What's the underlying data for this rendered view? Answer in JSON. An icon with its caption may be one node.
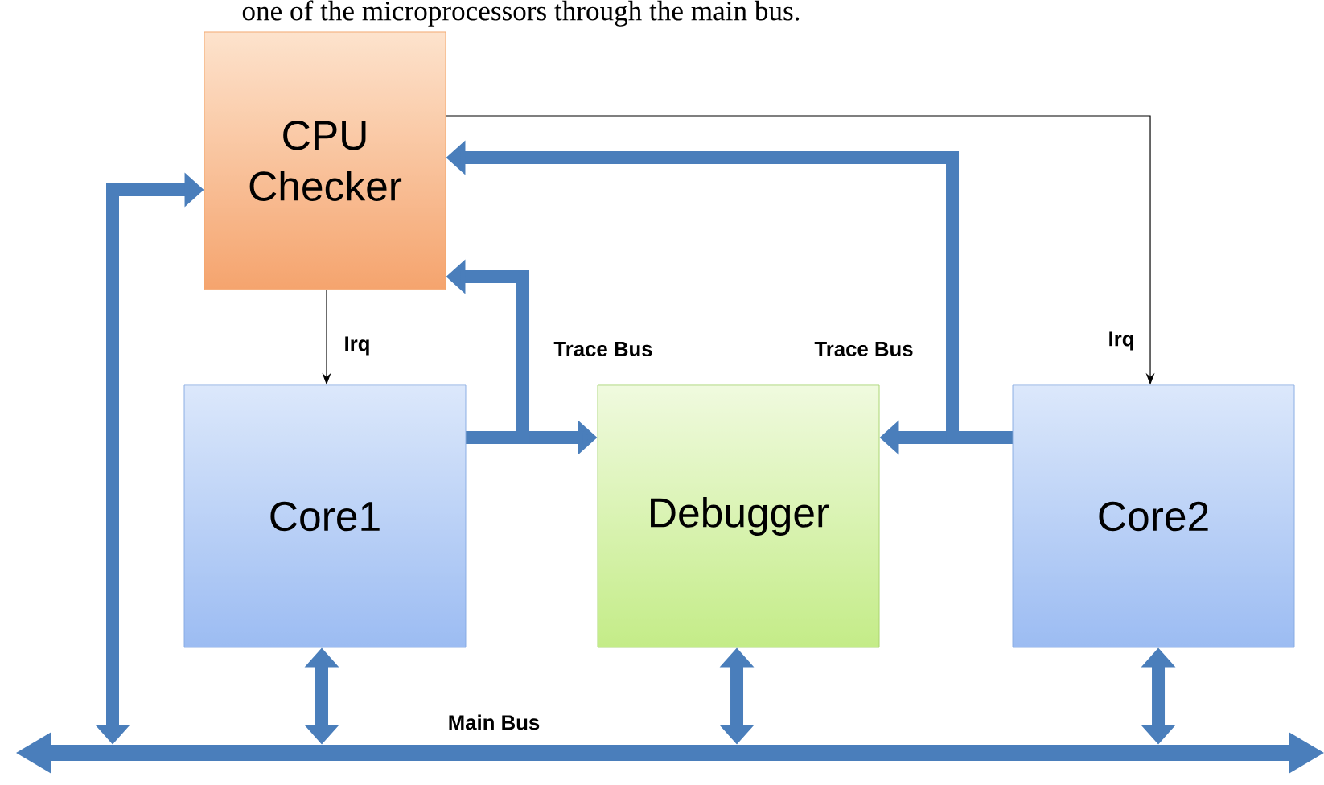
{
  "diagram": {
    "nodes": [
      {
        "text": [
          "CPU Checker"
        ]
      },
      {
        "text": [
          "Core1"
        ]
      },
      {
        "text": [
          "Debugger"
        ]
      },
      {
        "text": [
          "Core2"
        ]
      },
      {
        "text": [
          "Main Bus"
        ]
      }
    ],
    "edges": [
      {
        "from": 0,
        "to": 1,
        "arrow": "to",
        "label": "Irq",
        "color": "#000000"
      },
      {
        "from": 0,
        "to": 3,
        "arrow": "to",
        "label": "Irq",
        "color": "#000000"
      },
      {
        "from": 1,
        "to": 2,
        "arrow": "to"
      },
      {
        "from": 1,
        "to": 0,
        "arrow": "to",
        "label": "Trace Bus"
      },
      {
        "from": 3,
        "to": 2,
        "arrow": "to"
      },
      {
        "from": 3,
        "to": 0,
        "arrow": "to",
        "label": "Trace Bus"
      },
      {
        "from": 1,
        "to": 4,
        "arrow": "both"
      },
      {
        "from": 2,
        "to": 4,
        "arrow": "both"
      },
      {
        "from": 3,
        "to": 4,
        "arrow": "both"
      },
      {
        "from": 4,
        "to": 0,
        "arrow": "both"
      }
    ],
    "labels": [
      "one of the microprocessors through the main bus."
    ]
  }
}
